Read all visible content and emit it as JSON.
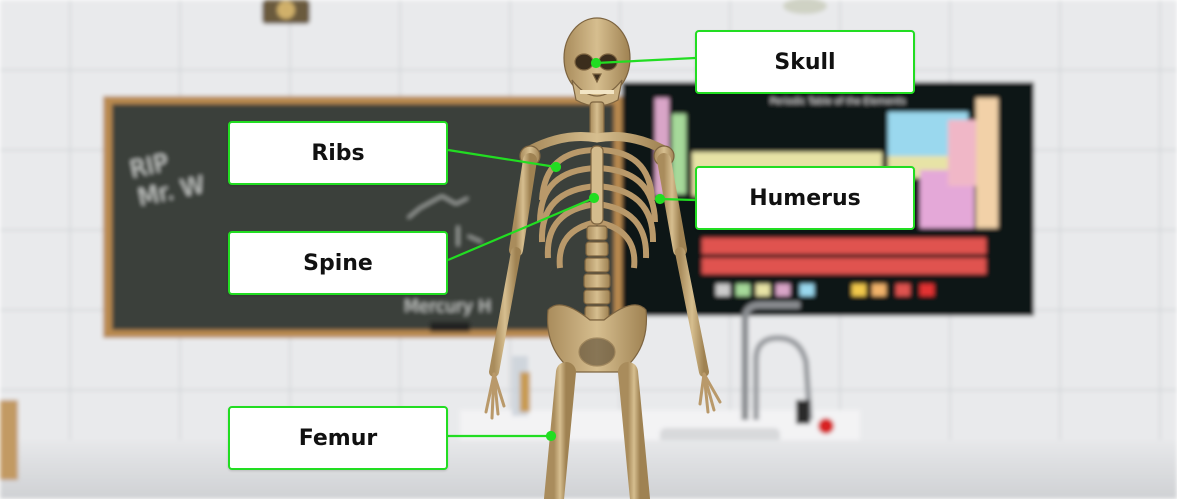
{
  "labels": {
    "skull": "Skull",
    "ribs": "Ribs",
    "humerus": "Humerus",
    "spine": "Spine",
    "femur": "Femur"
  },
  "background_text": {
    "chalkboard_line1": "RIP",
    "chalkboard_line2": "Mr. W",
    "chalkboard_formula": "Mercury H",
    "periodic_title": "Periodic Table of the Elements"
  },
  "colors": {
    "label_border": "#22dd22",
    "leader_line": "#22dd22",
    "label_background": "#ffffff",
    "chalkboard": "#3a3f3b",
    "chalkboard_frame": "#b98a4f",
    "bone": "#c7ac7a"
  }
}
